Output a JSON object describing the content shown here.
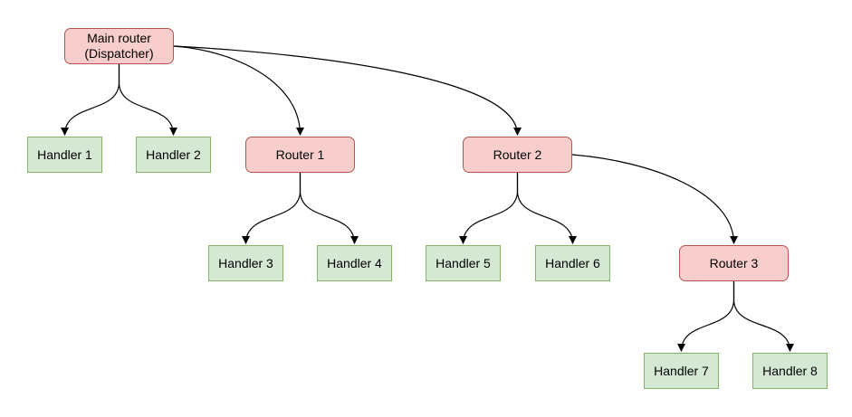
{
  "diagram": {
    "nodes": {
      "main_router": {
        "label": "Main router\n(Dispatcher)",
        "type": "router"
      },
      "handler_1": {
        "label": "Handler 1",
        "type": "handler"
      },
      "handler_2": {
        "label": "Handler 2",
        "type": "handler"
      },
      "router_1": {
        "label": "Router 1",
        "type": "router"
      },
      "router_2": {
        "label": "Router 2",
        "type": "router"
      },
      "handler_3": {
        "label": "Handler 3",
        "type": "handler"
      },
      "handler_4": {
        "label": "Handler 4",
        "type": "handler"
      },
      "handler_5": {
        "label": "Handler 5",
        "type": "handler"
      },
      "handler_6": {
        "label": "Handler 6",
        "type": "handler"
      },
      "router_3": {
        "label": "Router 3",
        "type": "router"
      },
      "handler_7": {
        "label": "Handler 7",
        "type": "handler"
      },
      "handler_8": {
        "label": "Handler 8",
        "type": "handler"
      }
    },
    "edges": [
      {
        "from": "main_router",
        "to": "handler_1"
      },
      {
        "from": "main_router",
        "to": "handler_2"
      },
      {
        "from": "main_router",
        "to": "router_1"
      },
      {
        "from": "main_router",
        "to": "router_2"
      },
      {
        "from": "router_1",
        "to": "handler_3"
      },
      {
        "from": "router_1",
        "to": "handler_4"
      },
      {
        "from": "router_2",
        "to": "handler_5"
      },
      {
        "from": "router_2",
        "to": "handler_6"
      },
      {
        "from": "router_2",
        "to": "router_3"
      },
      {
        "from": "router_3",
        "to": "handler_7"
      },
      {
        "from": "router_3",
        "to": "handler_8"
      }
    ],
    "colors": {
      "router_fill": "#f8cecc",
      "router_stroke": "#b85450",
      "handler_fill": "#d5e8d4",
      "handler_stroke": "#82b366",
      "edge": "#000000",
      "text": "#000000",
      "background": "#ffffff"
    }
  }
}
